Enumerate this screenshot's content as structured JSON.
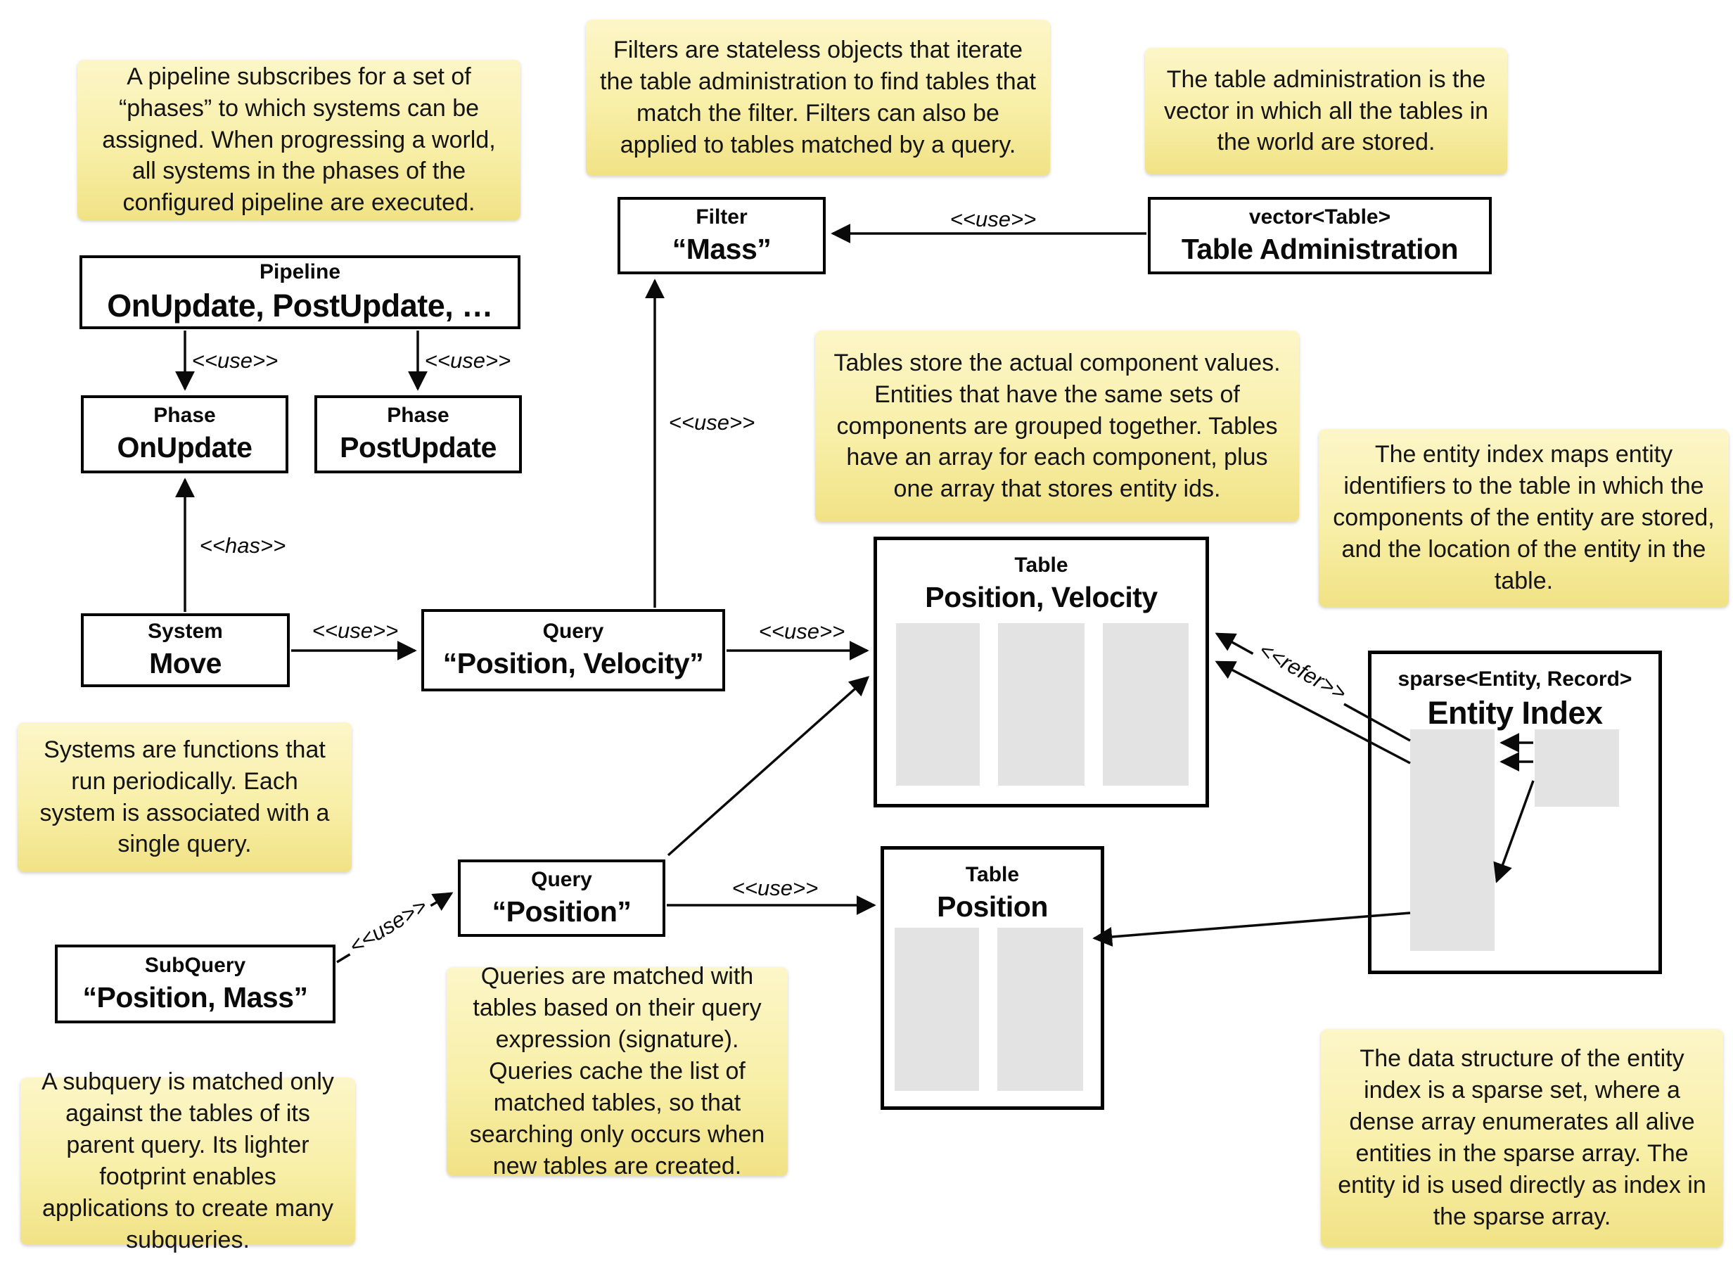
{
  "diagram_title": "ECS world architecture (pipelines, systems, queries, tables, entity index)",
  "colors": {
    "note_bg_top": "#FCF6C8",
    "note_bg_bottom": "#F1E285",
    "box_border": "#000000",
    "box_bg": "#FFFFFF",
    "array_fill": "#E3E3E3",
    "arrow": "#0A0A0A",
    "page_bg": "#FFFFFF"
  },
  "notes": [
    {
      "id": "pipeline",
      "text": "A pipeline subscribes for a set of “phases” to which systems can be assigned. When progressing a world, all systems in the phases of the configured pipeline are executed."
    },
    {
      "id": "filters",
      "text": "Filters are stateless objects that iterate the table administration to find tables that match the filter. Filters can also be applied to tables matched by a query."
    },
    {
      "id": "table-admin",
      "text": "The table administration is the vector in which all the tables in the world are stored."
    },
    {
      "id": "tables",
      "text": "Tables store the actual component values. Entities that have the same sets of components are grouped together. Tables have an array for each component, plus one array that stores entity ids."
    },
    {
      "id": "entity-index",
      "text": "The entity index maps entity identifiers to the table in which the components of the entity are stored, and the location of the entity in the table."
    },
    {
      "id": "systems",
      "text": "Systems are functions that run periodically. Each system is associated with a single query."
    },
    {
      "id": "queries",
      "text": "Queries are matched with tables based on their query expression (signature). Queries cache the list of matched tables, so that searching only occurs when new tables are created."
    },
    {
      "id": "subquery",
      "text": "A subquery is matched only against the tables of its parent query. Its lighter footprint enables applications to create many subqueries."
    },
    {
      "id": "sparse-set",
      "text": "The data structure of the entity index is a sparse set, where a dense array enumerates all alive entities in the sparse array. The entity id is used directly as index in the sparse array."
    }
  ],
  "boxes": {
    "pipeline": {
      "stereotype": "Pipeline",
      "name": "OnUpdate, PostUpdate, …"
    },
    "phase_onupdate": {
      "stereotype": "Phase",
      "name": "OnUpdate"
    },
    "phase_postupdate": {
      "stereotype": "Phase",
      "name": "PostUpdate"
    },
    "system_move": {
      "stereotype": "System",
      "name": "Move"
    },
    "query_pv": {
      "stereotype": "Query",
      "name": "“Position, Velocity”"
    },
    "filter_mass": {
      "stereotype": "Filter",
      "name": "“Mass”"
    },
    "table_admin": {
      "stereotype": "vector<Table>",
      "name": "Table Administration"
    },
    "table_pv": {
      "stereotype": "Table",
      "name": "Position, Velocity"
    },
    "table_pos": {
      "stereotype": "Table",
      "name": "Position"
    },
    "query_pos": {
      "stereotype": "Query",
      "name": "“Position”"
    },
    "subquery": {
      "stereotype": "SubQuery",
      "name": "“Position, Mass”"
    },
    "entity_index": {
      "stereotype": "sparse<Entity, Record>",
      "name": "Entity Index"
    }
  },
  "labels": {
    "use_pipeline_onupdate": "<<use>>",
    "use_pipeline_postupdate": "<<use>>",
    "has_system_phase": "<<has>>",
    "use_system_query": "<<use>>",
    "use_query_filter": "<<use>>",
    "use_admin_filter": "<<use>>",
    "use_query_table_pv": "<<use>>",
    "use_query_table_pos": "<<use>>",
    "use_subquery_query": "<<use>>",
    "refer_index_table": "<<refer>>"
  }
}
